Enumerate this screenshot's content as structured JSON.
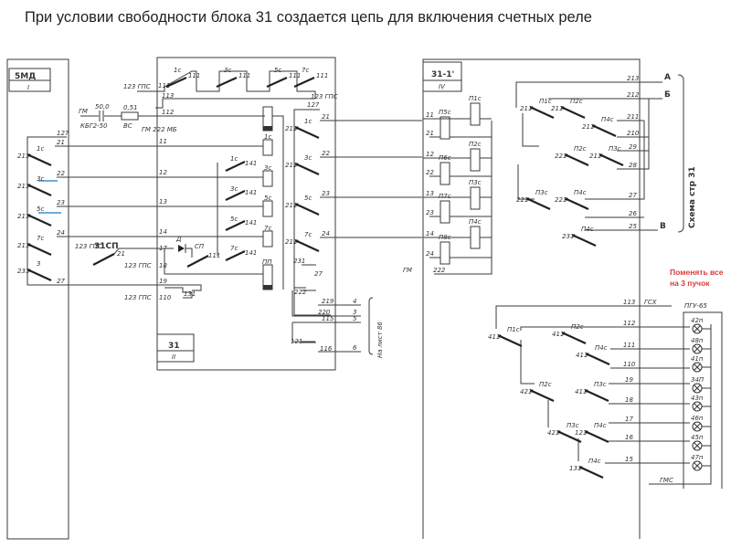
{
  "title": "При условии свободности блока 31 создается цепь для включения счетных реле",
  "note": {
    "line1": "Поменять все",
    "line2": "на 3 пучок",
    "color": "#d83a3a"
  },
  "block5md": {
    "name": "5МД",
    "num": "I",
    "top": "127",
    "contacts": [
      {
        "label": "1с",
        "pivot": "211",
        "out": "21"
      },
      {
        "label": "3с",
        "pivot": "211",
        "out": "22"
      },
      {
        "label": "5с",
        "pivot": "211",
        "out": "23"
      },
      {
        "label": "7с",
        "pivot": "211",
        "out": "24"
      },
      {
        "label": "3",
        "pivot": "231",
        "out": "27"
      }
    ]
  },
  "block31": {
    "name": "31",
    "num": "II",
    "gps": "123 ГПС",
    "top_contacts": [
      "1с",
      "3с",
      "5с",
      "7с"
    ],
    "top_pin": "111",
    "w113": "113",
    "w112": "112",
    "gm": "ГМ",
    "cap": "50,0",
    "cap_type": "КБГ2-50",
    "res": "0,51",
    "res_type": "ВС",
    "gm_line": "ГМ  222  МБ",
    "wires": [
      "11",
      "12",
      "13",
      "14",
      "17",
      "18",
      "19",
      "110"
    ],
    "coils": [
      "1с",
      "3с",
      "5с",
      "7с",
      "ПП"
    ],
    "coil_contacts": [
      "1с",
      "3с",
      "5с",
      "7с"
    ],
    "coil_pin": "141",
    "sp": "31СП",
    "sp_pin": "21",
    "diode": "Д",
    "cp": "СП",
    "cp_pin": "111",
    "t131": "131",
    "right": {
      "top": "127",
      "gps": "123 ГПС",
      "contacts": [
        {
          "label": "1с",
          "pivot": "211",
          "out": "21"
        },
        {
          "label": "3с",
          "pivot": "211",
          "out": "22"
        },
        {
          "label": "5с",
          "pivot": "211",
          "out": "23"
        },
        {
          "label": "7с",
          "pivot": "211",
          "out": "24"
        }
      ],
      "p231": "231",
      "p27": "27",
      "p222": "222",
      "p219": "219",
      "p220": "220",
      "p115": "115",
      "p121": "121",
      "p116": "116",
      "outs": [
        "4",
        "3",
        "5",
        "6"
      ]
    },
    "sheet": "На лист 86"
  },
  "block311": {
    "name": "31-1'",
    "num": "IV",
    "gm": "ГМ",
    "gm_pin": "222",
    "inputs": [
      "11",
      "21",
      "12",
      "22",
      "13",
      "23",
      "14",
      "24"
    ],
    "relays": [
      "П1с",
      "П5с",
      "П2с",
      "П6с",
      "П3с",
      "П7с",
      "П4с",
      "П8с"
    ],
    "tree_top": [
      {
        "label": "П1с",
        "pivot": "211"
      },
      {
        "label": "П2с",
        "pivot": "211"
      },
      {
        "label": "П4с",
        "pivot": "211"
      },
      {
        "label": "П2с",
        "pivot": "221"
      },
      {
        "label": "П3с",
        "pivot": "211"
      },
      {
        "label": "П3с",
        "pivot": "221"
      },
      {
        "label": "П4с",
        "pivot": "221"
      },
      {
        "label": "П4с",
        "pivot": "231"
      }
    ],
    "outs_top": [
      "213",
      "212",
      "211",
      "210",
      "29",
      "28",
      "27",
      "26",
      "25"
    ],
    "arrows": [
      "А",
      "Б",
      "В"
    ],
    "scheme": "Схема стр 31",
    "tree_bottom": [
      {
        "label": "П1с",
        "pivot": "411"
      },
      {
        "label": "П2с",
        "pivot": "411"
      },
      {
        "label": "П4с",
        "pivot": "411"
      },
      {
        "label": "П2с",
        "pivot": "421"
      },
      {
        "label": "П3с",
        "pivot": "411"
      },
      {
        "label": "П3с",
        "pivot": "421"
      },
      {
        "label": "П4с",
        "pivot": "121"
      },
      {
        "label": "П4с",
        "pivot": "131"
      }
    ],
    "gsh": "ГСХ",
    "gms": "ГМС",
    "outs_bottom": [
      "113",
      "112",
      "111",
      "110",
      "19",
      "18",
      "17",
      "16",
      "15"
    ]
  },
  "pgu": {
    "name": "ПГУ-65",
    "lamps": [
      "42п",
      "48п",
      "41п",
      "34П",
      "43п",
      "46п",
      "45п",
      "47п"
    ]
  }
}
